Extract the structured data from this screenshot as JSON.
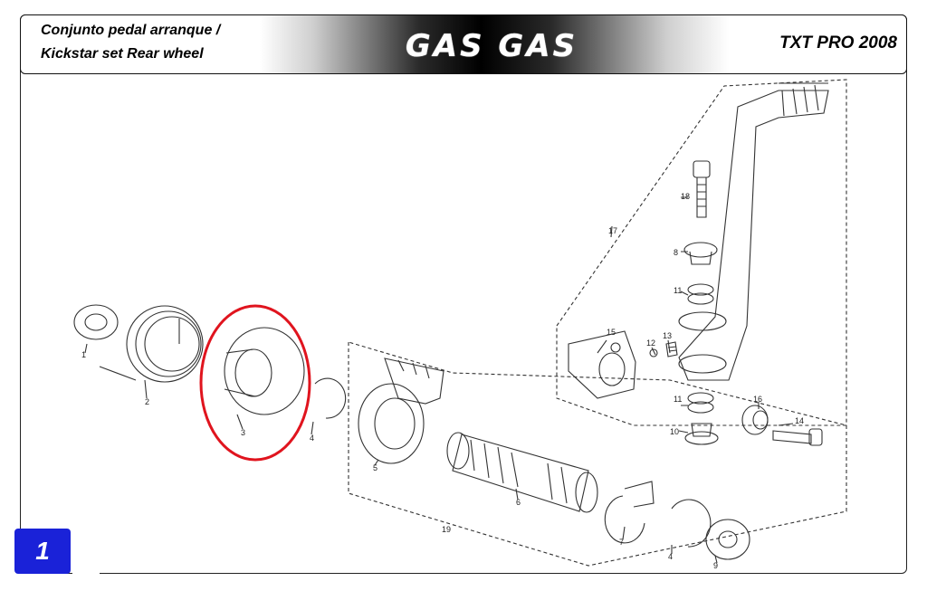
{
  "header": {
    "title_es": "Conjunto pedal arranque /",
    "title_en": "Kickstar set Rear wheel",
    "brand": "GAS  GAS",
    "model": "TXT PRO 2008"
  },
  "page": {
    "number": "1"
  },
  "colors": {
    "highlight": "#e0141e",
    "badge": "#1a22d8",
    "line": "#333333"
  },
  "callouts": [
    "1",
    "2",
    "3",
    "4",
    "5",
    "6",
    "7",
    "4",
    "9",
    "10",
    "11",
    "11",
    "12",
    "13",
    "14",
    "15",
    "16",
    "17",
    "18",
    "8",
    "19"
  ]
}
